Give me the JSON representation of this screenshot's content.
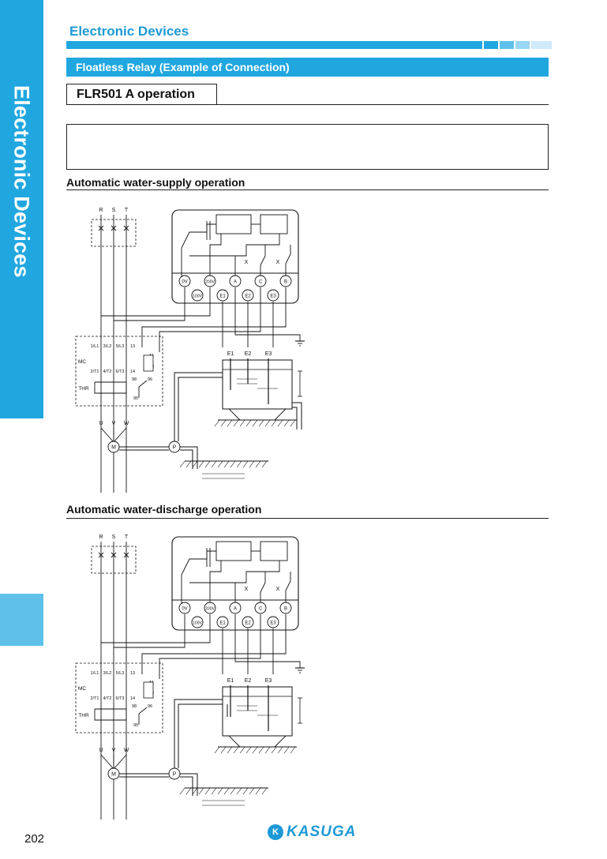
{
  "side_tab": {
    "label": "Electronic Devices"
  },
  "header": {
    "section_title": "Electronic Devices",
    "subtitle": "Floatless Relay (Example of Connection)"
  },
  "operation": {
    "title": "FLR501 A operation"
  },
  "diagrams": [
    {
      "heading": "Automatic water-supply operation"
    },
    {
      "heading": "Automatic water-discharge operation"
    }
  ],
  "diagram_labels": {
    "phases": [
      "R",
      "S",
      "T"
    ],
    "motor_terms": [
      "U",
      "V",
      "W"
    ],
    "relay_terms": [
      "0V",
      "200V",
      "100V",
      "A",
      "C",
      "B",
      "E1",
      "E2",
      "E3"
    ],
    "electrodes": [
      "E1",
      "E2",
      "E3"
    ],
    "contactor": [
      "MC",
      "THR",
      "1/L1",
      "3/L2",
      "5/L3",
      "13",
      "2/T1",
      "4/T2",
      "6/T3",
      "14",
      "A1",
      "A2",
      "98",
      "96",
      "95"
    ],
    "contacts": [
      "X",
      "X"
    ],
    "motor": "M",
    "pump": "P"
  },
  "footer": {
    "page_number": "202",
    "logo": "KASUGA",
    "logo_mark": "K"
  }
}
